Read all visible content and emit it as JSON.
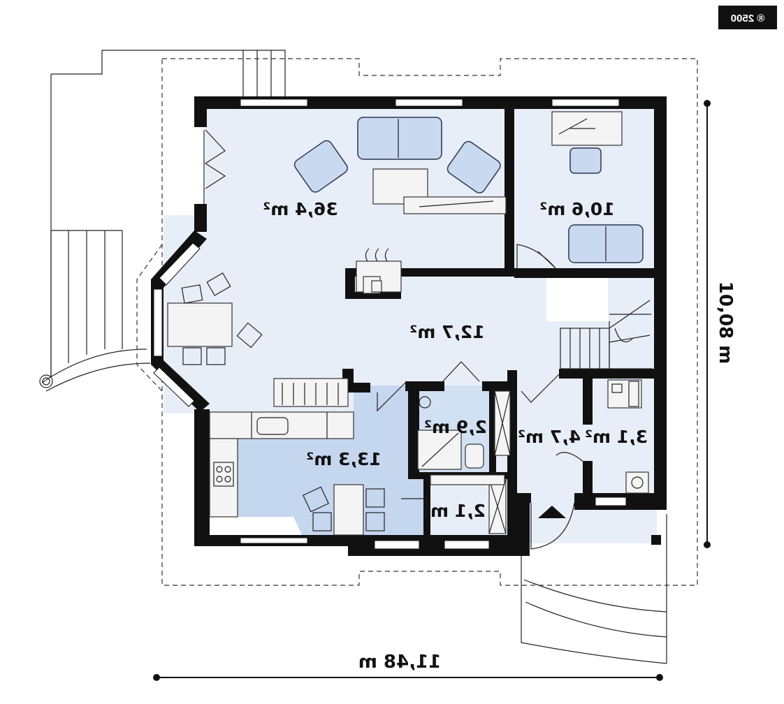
{
  "badge": {
    "text": "® 2500"
  },
  "rooms": [
    {
      "id": "living",
      "label": "36,4 m²"
    },
    {
      "id": "study",
      "label": "10,6 m²"
    },
    {
      "id": "hall",
      "label": "12,7 m²"
    },
    {
      "id": "kitchen",
      "label": "13,3 m²"
    },
    {
      "id": "bath",
      "label": "2,9 m²"
    },
    {
      "id": "vestibule",
      "label": "4,7 m²"
    },
    {
      "id": "wc",
      "label": "3,1 m²"
    },
    {
      "id": "pantry",
      "label": "2,1 m²"
    }
  ],
  "dimensions": {
    "width": "11,48 m",
    "depth": "10,08 m"
  },
  "colors": {
    "floor": "#e8eef8",
    "kitchen_floor": "#c5d6ef",
    "bath_floor": "#d2e0f3",
    "wall": "#111111",
    "furniture": "#c9d9f0"
  }
}
